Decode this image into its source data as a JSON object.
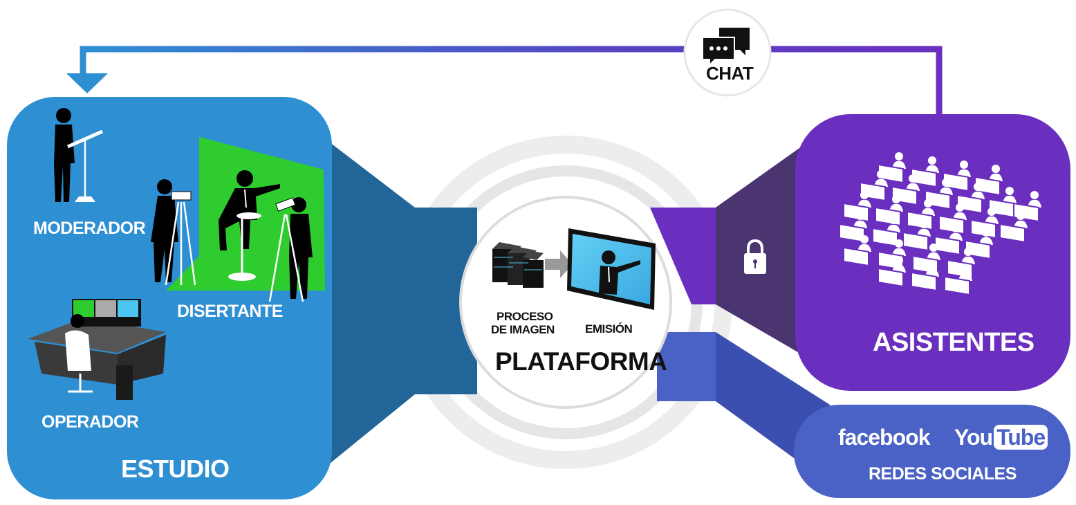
{
  "chat": {
    "label": "CHAT",
    "icon": "chat-bubbles-icon"
  },
  "estudio": {
    "title": "ESTUDIO",
    "roles": {
      "moderador": "MODERADOR",
      "disertante": "DISERTANTE",
      "operador": "OPERADOR"
    },
    "color": "#2e8fd3"
  },
  "plataforma": {
    "title": "PLATAFORMA",
    "step1": {
      "line1": "PROCESO",
      "line2": "DE IMAGEN"
    },
    "step2": "EMISIÓN",
    "icons": [
      "server-rack-icon",
      "arrow-right-icon",
      "broadcast-screen-icon"
    ]
  },
  "asistentes": {
    "title": "ASISTENTES",
    "icon": "audience-icon",
    "lock_icon": "lock-icon",
    "color": "#6a2fbf"
  },
  "redes": {
    "title": "REDES SOCIALES",
    "facebook": "facebook",
    "youtube_you": "You",
    "youtube_tube": "Tube",
    "color": "#4a62c6"
  },
  "colors": {
    "estudio_dark": "#226599",
    "purple_dark": "#4a3570",
    "redes_dark": "#3b4fb0",
    "ring": "#ececec"
  }
}
